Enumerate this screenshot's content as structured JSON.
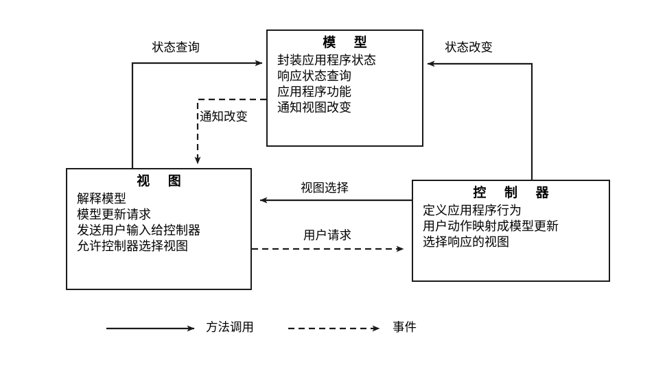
{
  "diagram": {
    "title_hidden": "MVC 架构图",
    "type": "mvc-architecture",
    "colors": {
      "background": "#ffffff",
      "stroke": "#1a1a1a",
      "text": "#000000"
    },
    "nodes": [
      {
        "id": "model",
        "title": "模 型",
        "lines": [
          "封装应用程序状态",
          "响应状态查询",
          "应用程序功能",
          "通知视图改变"
        ]
      },
      {
        "id": "view",
        "title": "视 图",
        "lines": [
          "解释模型",
          "模型更新请求",
          "发送用户输入给控制器",
          "允许控制器选择视图"
        ]
      },
      {
        "id": "controller",
        "title": "控 制 器",
        "lines": [
          "定义应用程序行为",
          "用户动作映射成模型更新",
          "选择响应的视图"
        ]
      }
    ],
    "edges": [
      {
        "id": "state-query",
        "label": "状态查询",
        "style": "solid",
        "from": "view",
        "to": "model"
      },
      {
        "id": "state-change",
        "label": "状态改变",
        "style": "solid",
        "from": "controller",
        "to": "model"
      },
      {
        "id": "notify-change",
        "label": "通知改变",
        "style": "dashed",
        "from": "model",
        "to": "view"
      },
      {
        "id": "view-select",
        "label": "视图选择",
        "style": "solid",
        "from": "controller",
        "to": "view"
      },
      {
        "id": "user-request",
        "label": "用户请求",
        "style": "dashed",
        "from": "view",
        "to": "controller"
      }
    ],
    "legend": [
      {
        "id": "method-call",
        "label": "方法调用",
        "style": "solid"
      },
      {
        "id": "event",
        "label": "事件",
        "style": "dashed"
      }
    ]
  }
}
